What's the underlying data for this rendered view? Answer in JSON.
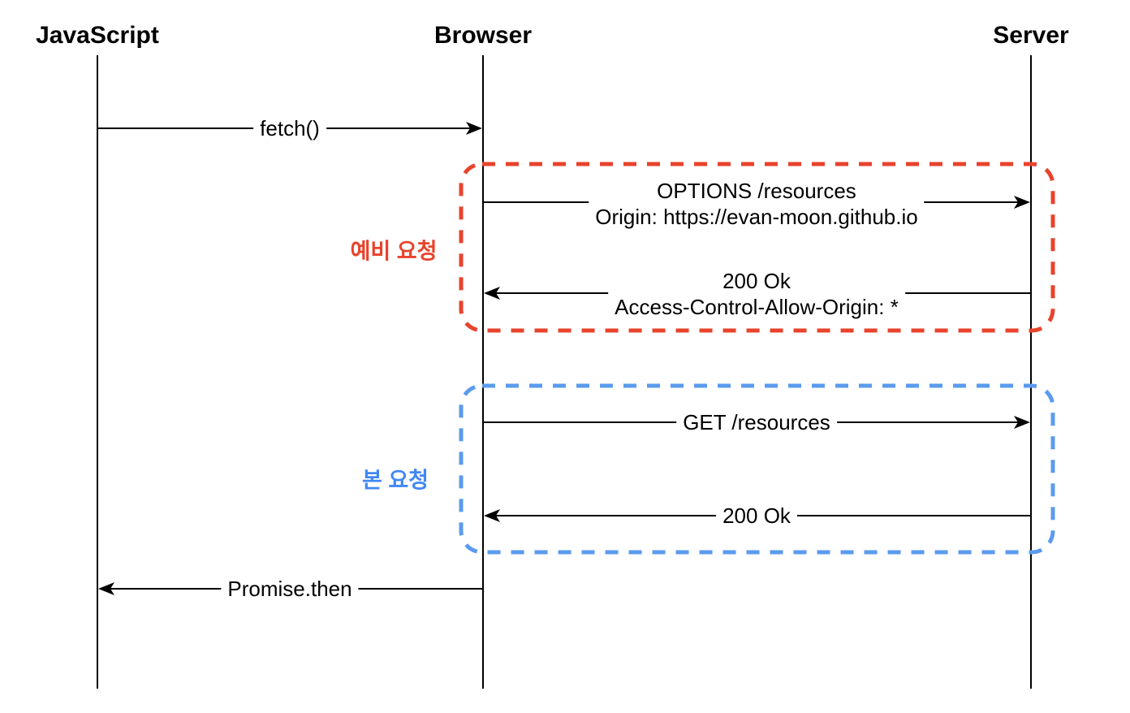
{
  "actors": [
    {
      "name": "JavaScript"
    },
    {
      "name": "Browser"
    },
    {
      "name": "Server"
    }
  ],
  "messages": [
    {
      "id": "fetch-call",
      "from": "JavaScript",
      "to": "Browser",
      "lines": [
        "fetch()"
      ]
    },
    {
      "id": "preflight-request",
      "from": "Browser",
      "to": "Server",
      "lines": [
        "OPTIONS /resources",
        "Origin: https://evan-moon.github.io"
      ]
    },
    {
      "id": "preflight-response",
      "from": "Server",
      "to": "Browser",
      "lines": [
        "200 Ok",
        "Access-Control-Allow-Origin: *"
      ]
    },
    {
      "id": "main-request",
      "from": "Browser",
      "to": "Server",
      "lines": [
        "GET /resources"
      ]
    },
    {
      "id": "main-response",
      "from": "Server",
      "to": "Browser",
      "lines": [
        "200 Ok"
      ]
    },
    {
      "id": "promise-then",
      "from": "Browser",
      "to": "JavaScript",
      "lines": [
        "Promise.then"
      ]
    }
  ],
  "groups": [
    {
      "id": "preflight",
      "label": "예비 요청",
      "box_color": "#e8432c",
      "label_color": "#e8432c"
    },
    {
      "id": "main",
      "label": "본 요청",
      "box_color": "#5b9bee",
      "label_color": "#4287f5"
    }
  ],
  "colors": {
    "line": "#000000",
    "background": "#ffffff"
  }
}
